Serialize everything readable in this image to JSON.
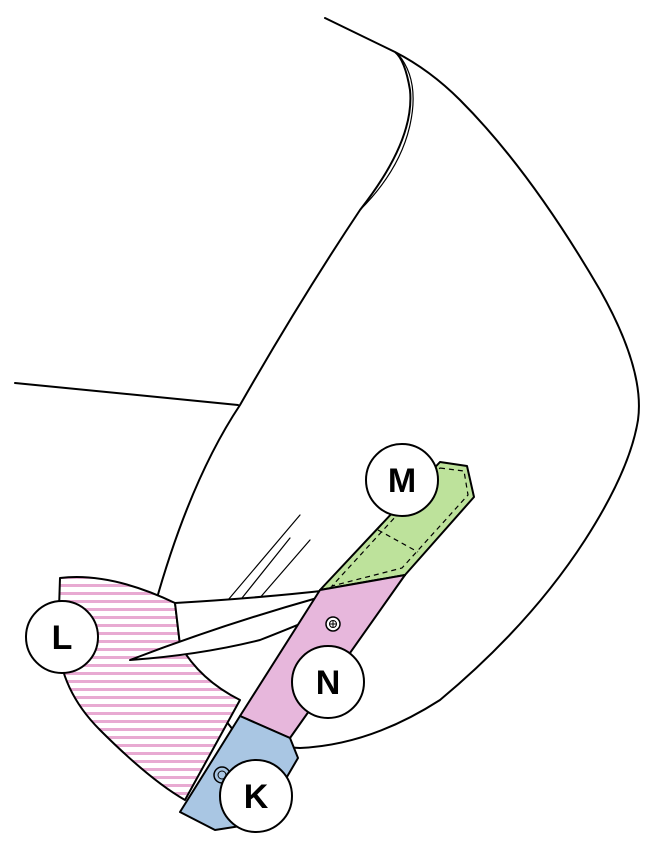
{
  "callouts": {
    "k": "K",
    "l": "L",
    "m": "M",
    "n": "N"
  },
  "colors": {
    "strap_k": "#a9c6e3",
    "stripe_l": "#e8aad2",
    "strap_m": "#bde29b",
    "strap_n": "#e7b7dc"
  }
}
